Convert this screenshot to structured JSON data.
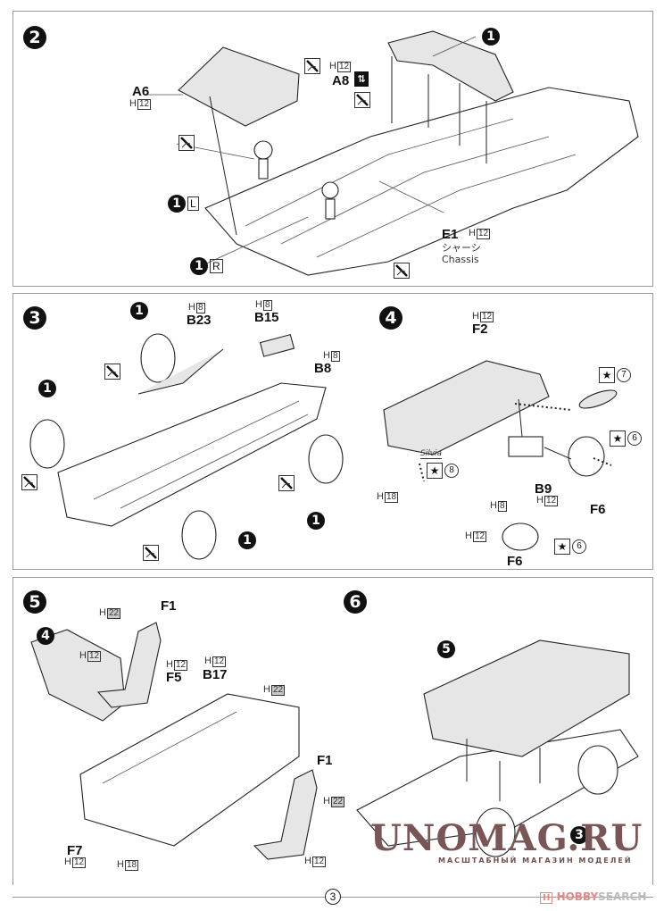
{
  "page": {
    "number": "3"
  },
  "steps": [
    {
      "id": "2",
      "badge": "2",
      "parts": [
        {
          "name": "A6",
          "color_code": "12"
        },
        {
          "name": "A8",
          "color_code": "12",
          "note_icon": "up-down-orientation-icon"
        },
        {
          "name": "E1",
          "color_code": "12",
          "caption_jp": "シャーシ",
          "caption_en": "Chassis"
        }
      ],
      "subassembly_refs": [
        {
          "ref": "1",
          "side": "L"
        },
        {
          "ref": "1",
          "side": "R"
        },
        {
          "ref": "1",
          "side": ""
        }
      ],
      "icons": [
        "glue-icon",
        "glue-icon",
        "glue-icon",
        "glue-icon"
      ]
    },
    {
      "id": "3",
      "badge": "3",
      "parts": [
        {
          "name": "B23",
          "color_code": "8"
        },
        {
          "name": "B15",
          "color_code": "8"
        },
        {
          "name": "B8",
          "color_code": "8"
        }
      ],
      "subassembly_refs": [
        "1",
        "1",
        "1",
        "1"
      ],
      "icons": [
        "glue-icon",
        "glue-icon",
        "glue-icon",
        "glue-icon"
      ]
    },
    {
      "id": "4",
      "badge": "4",
      "parts": [
        {
          "name": "F2",
          "color_code": "12"
        },
        {
          "name": "B9",
          "color_code": "12"
        },
        {
          "name": "F6",
          "color_code": "12"
        },
        {
          "name": "F6",
          "color_codes": [
            "8",
            "12"
          ]
        }
      ],
      "extra_color_codes": [
        "18"
      ],
      "decals": [
        {
          "icon": "decal-star-icon",
          "number": "7"
        },
        {
          "icon": "decal-star-icon",
          "number": "6"
        },
        {
          "icon": "decal-star-icon",
          "number": "8"
        },
        {
          "icon": "decal-star-icon",
          "number": "6"
        }
      ],
      "script_badge": "Silvia"
    },
    {
      "id": "5",
      "badge": "5",
      "parts": [
        {
          "name": "F1",
          "color_codes": [
            "22",
            "12"
          ]
        },
        {
          "name": "F5",
          "color_code": "12"
        },
        {
          "name": "B17",
          "color_code": "12"
        },
        {
          "name": "F7",
          "color_code": "12"
        },
        {
          "name": "F1",
          "color_codes": [
            "22",
            "12"
          ]
        }
      ],
      "extra_color_codes": [
        "22",
        "18"
      ],
      "subassembly_refs": [
        "4"
      ]
    },
    {
      "id": "6",
      "badge": "6",
      "subassembly_refs": [
        "5",
        "3"
      ]
    }
  ],
  "color_prefix": "H",
  "watermark": {
    "title": "UNOMAG.RU",
    "subtitle": "МАСШТАБНЫЙ МАГАЗИН МОДЕЛЕЙ"
  },
  "source_badge": {
    "logo": "H",
    "brand": "HOBBY",
    "suffix": "SEARCH"
  },
  "colors": {
    "ink": "#111111",
    "border": "#9a9a9a",
    "watermark": "#7a5555",
    "hobby_logo": "#e08a8a",
    "gray_fill": "#c9c9c9"
  }
}
